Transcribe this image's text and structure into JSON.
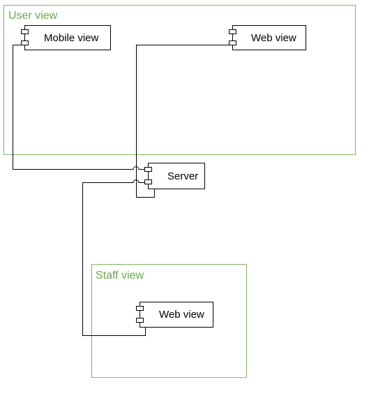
{
  "diagram": {
    "packages": {
      "user_view": "User view",
      "staff_view": "Staff view"
    },
    "components": {
      "mobile_view": "Mobile view",
      "user_web_view": "Web view",
      "server": "Server",
      "staff_web_view": "Web view"
    },
    "colors": {
      "package_border": "#82b366",
      "package_label": "#6aa84f",
      "component_border": "#000000"
    }
  }
}
